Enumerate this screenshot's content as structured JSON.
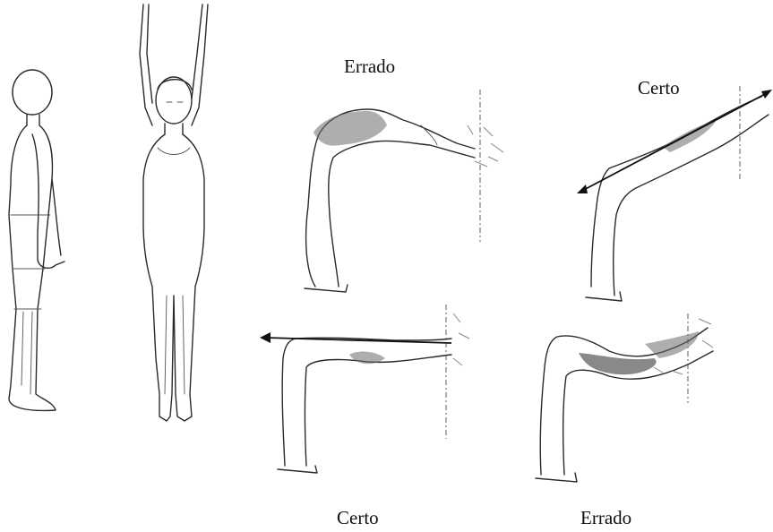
{
  "labels": {
    "top_left": "Errado",
    "top_right": "Certo",
    "bottom_left": "Certo",
    "bottom_right": "Errado"
  }
}
